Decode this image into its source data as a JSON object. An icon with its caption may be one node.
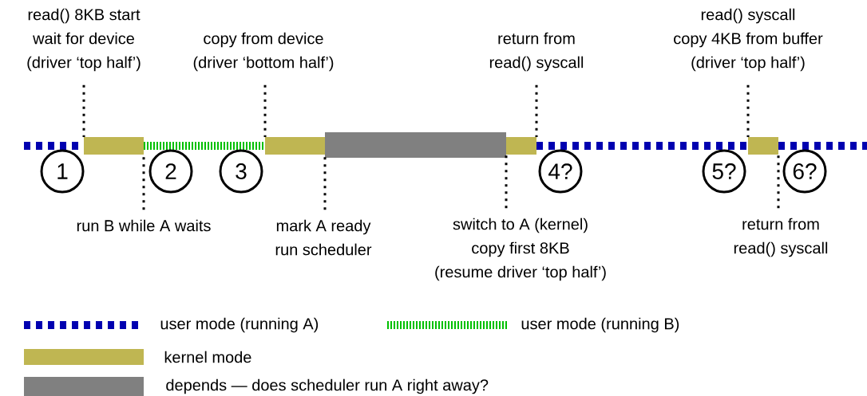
{
  "diagram": {
    "nodes": [
      {
        "text": [
          "read() 8KB start",
          "wait for device",
          "(driver ‘top half’)"
        ]
      },
      {
        "text": [
          "copy from device",
          "(driver ‘bottom half’)"
        ]
      },
      {
        "text": [
          "return from",
          "read() syscall"
        ]
      },
      {
        "text": [
          "read() syscall",
          "copy 4KB from buffer",
          "(driver ‘top half’)"
        ]
      },
      {
        "text": [
          "1"
        ]
      },
      {
        "text": [
          "2"
        ]
      },
      {
        "text": [
          "3"
        ]
      },
      {
        "text": [
          "4?"
        ]
      },
      {
        "text": [
          "5?"
        ]
      },
      {
        "text": [
          "6?"
        ]
      },
      {
        "text": [
          "run B while A waits"
        ]
      },
      {
        "text": [
          "mark A ready",
          "run scheduler"
        ]
      },
      {
        "text": [
          "switch to A (kernel)",
          "copy first 8KB",
          "(resume driver ‘top half’)"
        ]
      },
      {
        "text": [
          "return from",
          "read() syscall"
        ]
      }
    ],
    "edges": [
      {
        "from": 0,
        "to": null,
        "arrow": "none"
      },
      {
        "from": 1,
        "to": null,
        "arrow": "none"
      },
      {
        "from": 2,
        "to": null,
        "arrow": "none"
      },
      {
        "from": 3,
        "to": null,
        "arrow": "none"
      },
      {
        "from": 10,
        "to": null,
        "arrow": "none"
      },
      {
        "from": 11,
        "to": null,
        "arrow": "none"
      },
      {
        "from": 12,
        "to": null,
        "arrow": "none"
      },
      {
        "from": 13,
        "to": null,
        "arrow": "none"
      }
    ],
    "legend": [
      {
        "text": "user mode (running A)"
      },
      {
        "text": "user mode (running B)"
      },
      {
        "text": "kernel mode",
        "color": "#bfb652"
      },
      {
        "text": "depends — does scheduler run A right away?",
        "color": "#808080"
      }
    ]
  }
}
